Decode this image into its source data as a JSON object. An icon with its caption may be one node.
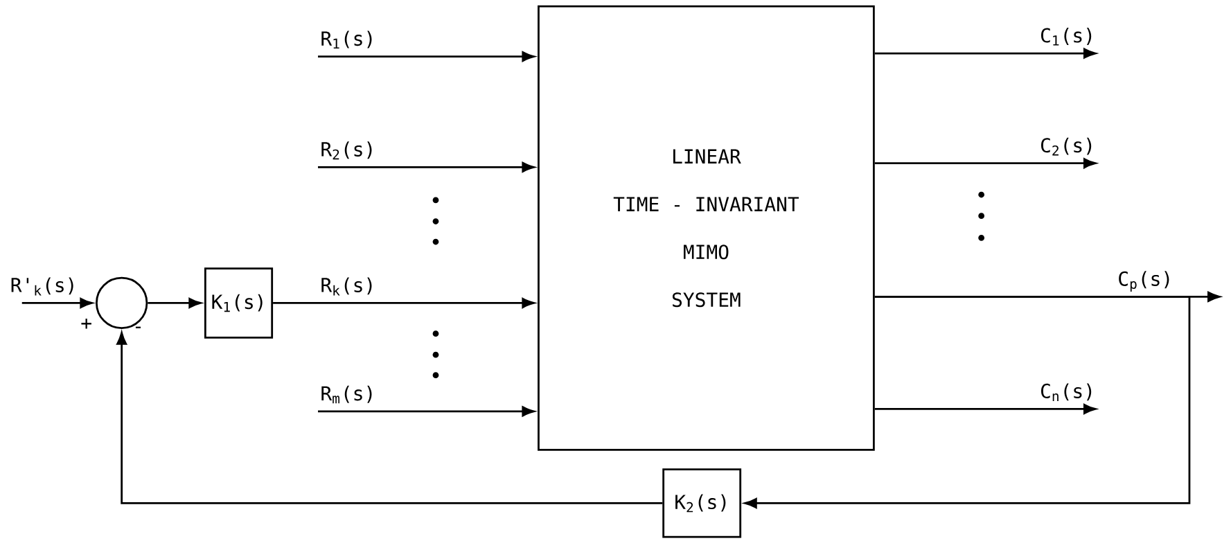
{
  "diagram": {
    "nodes": [
      {
        "text": [],
        "shape": "circle"
      },
      {
        "text": [
          "K$_{1}$(s)"
        ]
      },
      {
        "text": [
          "LINEAR",
          "TIME - INVARIANT",
          "MIMO",
          "SYSTEM"
        ]
      },
      {
        "text": [
          "K$_{2}$(s)"
        ]
      }
    ],
    "edges": [
      {
        "from": null,
        "to": 0,
        "arrow": "to",
        "label": "R'$_{k}$(s)"
      },
      {
        "from": 0,
        "to": 1,
        "arrow": "to"
      },
      {
        "from": 1,
        "to": 2,
        "arrow": "to",
        "label": "R$_{k}$(s)"
      },
      {
        "from": null,
        "to": 2,
        "arrow": "to",
        "label": "R$_{1}$(s)"
      },
      {
        "from": null,
        "to": 2,
        "arrow": "to",
        "label": "R$_{2}$(s)"
      },
      {
        "from": null,
        "to": 2,
        "arrow": "to",
        "label": "R$_{m}$(s)"
      },
      {
        "from": 2,
        "to": null,
        "arrow": "to",
        "label": "C$_{1}$(s)"
      },
      {
        "from": 2,
        "to": null,
        "arrow": "to",
        "label": "C$_{2}$(s)"
      },
      {
        "from": 2,
        "to": null,
        "arrow": "to",
        "label": "C$_{p}$(s)"
      },
      {
        "from": 2,
        "to": null,
        "arrow": "to",
        "label": "C$_{n}$(s)"
      },
      {
        "from": 2,
        "to": 3,
        "arrow": "to"
      },
      {
        "from": 3,
        "to": 0,
        "arrow": "to"
      }
    ],
    "labels": [
      "+",
      "-"
    ]
  }
}
